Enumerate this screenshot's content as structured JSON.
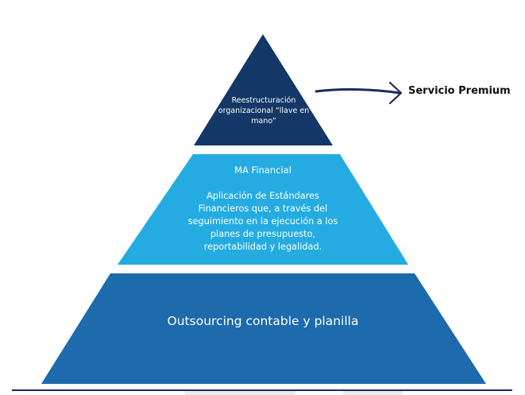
{
  "colors": {
    "top_tier": "#133766",
    "middle_tier": "#24ace2",
    "bottom_tier": "#1d6aad",
    "arrow": "#1b2c59",
    "tier_text": "#ffffff",
    "label_text": "#111111"
  },
  "pyramid": {
    "top": {
      "text": "Reestructuración organizacional “llave en mano”"
    },
    "middle": {
      "title": "MA Financial",
      "body": "Aplicación de Estándares Financieros que, a través del seguimiento en la ejecución a los planes de presupuesto, reportabilidad y legalidad."
    },
    "bottom": {
      "text": "Outsourcing contable y planilla"
    }
  },
  "callout": {
    "label": "Servicio Premium",
    "icon": "arrow-right-icon"
  }
}
